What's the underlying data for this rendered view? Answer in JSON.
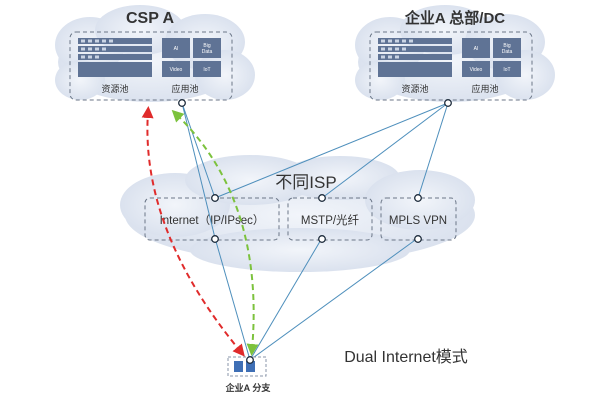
{
  "csp_a": {
    "title": "CSP A",
    "pool_left_label": "资源池",
    "pool_right_label": "应用池",
    "tiles": {
      "ai": "AI",
      "big_data_1": "Big",
      "big_data_2": "Data",
      "video": "Video",
      "iot": "IoT"
    }
  },
  "hq": {
    "title": "企业A 总部/DC",
    "pool_left_label": "资源池",
    "pool_right_label": "应用池",
    "tiles": {
      "ai": "AI",
      "big_data_1": "Big",
      "big_data_2": "Data",
      "video": "Video",
      "iot": "IoT"
    }
  },
  "isp": {
    "title": "不同ISP",
    "internet_label": "Internet（IP/IPsec）",
    "mstp_label": "MSTP/光纤",
    "mpls_label": "MPLS VPN"
  },
  "branch": {
    "label": "企业A 分支"
  },
  "mode": {
    "label": "Dual Internet模式"
  },
  "colors": {
    "link": "#4e8fbc",
    "red_path": "#e02b2b",
    "green_path": "#7cc23d",
    "cloud": "#dde4f0",
    "tile": "#5f7395"
  }
}
